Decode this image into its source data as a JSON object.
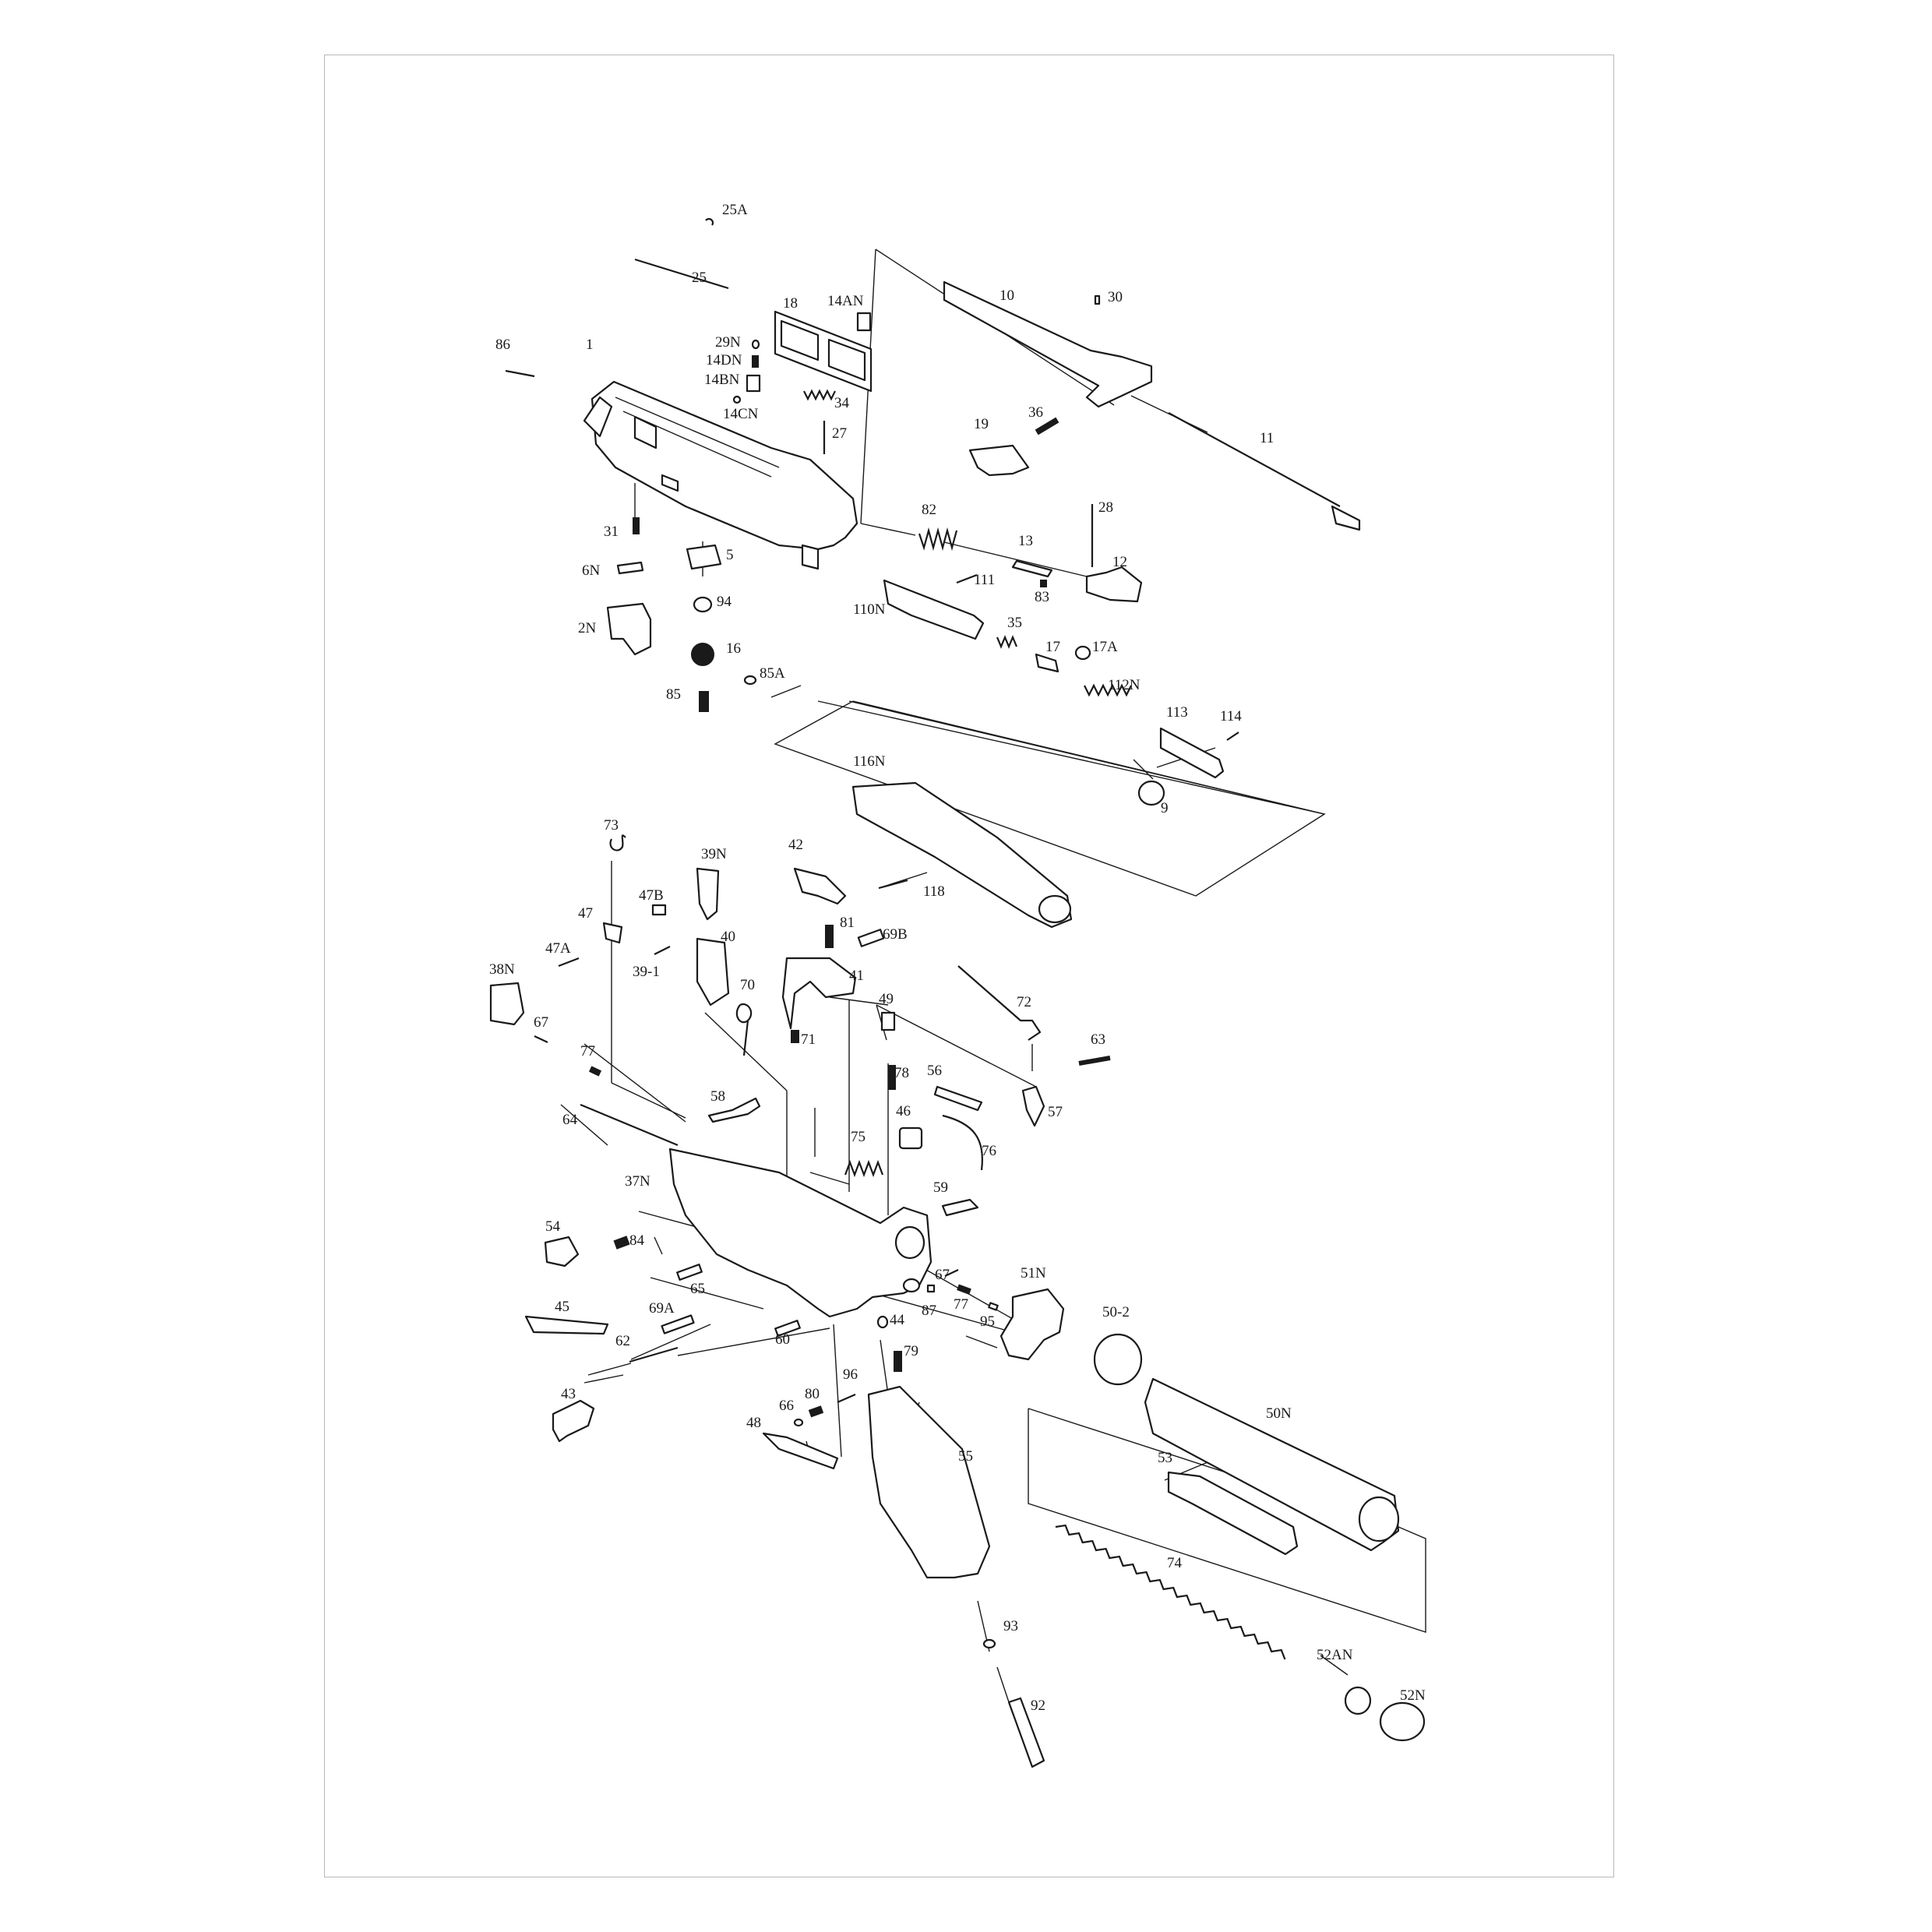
{
  "callouts": [
    {
      "id": "c25A",
      "text": "25A"
    },
    {
      "id": "c25",
      "text": "25"
    },
    {
      "id": "c18",
      "text": "18"
    },
    {
      "id": "c14AN",
      "text": "14AN"
    },
    {
      "id": "c10",
      "text": "10"
    },
    {
      "id": "c30",
      "text": "30"
    },
    {
      "id": "c29N",
      "text": "29N"
    },
    {
      "id": "c14DN",
      "text": "14DN"
    },
    {
      "id": "c14BN",
      "text": "14BN"
    },
    {
      "id": "c14CN",
      "text": "14CN"
    },
    {
      "id": "c34",
      "text": "34"
    },
    {
      "id": "c27",
      "text": "27"
    },
    {
      "id": "c86",
      "text": "86"
    },
    {
      "id": "c1",
      "text": "1"
    },
    {
      "id": "c36",
      "text": "36"
    },
    {
      "id": "c19",
      "text": "19"
    },
    {
      "id": "c11",
      "text": "11"
    },
    {
      "id": "c82",
      "text": "82"
    },
    {
      "id": "c28",
      "text": "28"
    },
    {
      "id": "c13",
      "text": "13"
    },
    {
      "id": "c12",
      "text": "12"
    },
    {
      "id": "c111",
      "text": "111"
    },
    {
      "id": "c83",
      "text": "83"
    },
    {
      "id": "c31",
      "text": "31"
    },
    {
      "id": "c6N",
      "text": "6N"
    },
    {
      "id": "c5",
      "text": "5"
    },
    {
      "id": "c94",
      "text": "94"
    },
    {
      "id": "c2N",
      "text": "2N"
    },
    {
      "id": "c16",
      "text": "16"
    },
    {
      "id": "c85A",
      "text": "85A"
    },
    {
      "id": "c85",
      "text": "85"
    },
    {
      "id": "c110N",
      "text": "110N"
    },
    {
      "id": "c35",
      "text": "35"
    },
    {
      "id": "c17",
      "text": "17"
    },
    {
      "id": "c17A",
      "text": "17A"
    },
    {
      "id": "c112N",
      "text": "112N"
    },
    {
      "id": "c113",
      "text": "113"
    },
    {
      "id": "c114",
      "text": "114"
    },
    {
      "id": "c9",
      "text": "9"
    },
    {
      "id": "c116N",
      "text": "116N"
    },
    {
      "id": "c118",
      "text": "118"
    },
    {
      "id": "c73",
      "text": "73"
    },
    {
      "id": "c39N",
      "text": "39N"
    },
    {
      "id": "c42",
      "text": "42"
    },
    {
      "id": "c47B",
      "text": "47B"
    },
    {
      "id": "c47",
      "text": "47"
    },
    {
      "id": "c81",
      "text": "81"
    },
    {
      "id": "c69B",
      "text": "69B"
    },
    {
      "id": "c47A",
      "text": "47A"
    },
    {
      "id": "c39-1",
      "text": "39-1"
    },
    {
      "id": "c40",
      "text": "40"
    },
    {
      "id": "c41",
      "text": "41"
    },
    {
      "id": "c38N",
      "text": "38N"
    },
    {
      "id": "c70",
      "text": "70"
    },
    {
      "id": "c49",
      "text": "49"
    },
    {
      "id": "c72",
      "text": "72"
    },
    {
      "id": "c71",
      "text": "71"
    },
    {
      "id": "c67a",
      "text": "67"
    },
    {
      "id": "c63",
      "text": "63"
    },
    {
      "id": "c77a",
      "text": "77"
    },
    {
      "id": "c78",
      "text": "78"
    },
    {
      "id": "c56",
      "text": "56"
    },
    {
      "id": "c58",
      "text": "58"
    },
    {
      "id": "c57",
      "text": "57"
    },
    {
      "id": "c64",
      "text": "64"
    },
    {
      "id": "c46",
      "text": "46"
    },
    {
      "id": "c75",
      "text": "75"
    },
    {
      "id": "c76",
      "text": "76"
    },
    {
      "id": "c37N",
      "text": "37N"
    },
    {
      "id": "c59",
      "text": "59"
    },
    {
      "id": "c54",
      "text": "54"
    },
    {
      "id": "c84",
      "text": "84"
    },
    {
      "id": "c51N",
      "text": "51N"
    },
    {
      "id": "c65",
      "text": "65"
    },
    {
      "id": "c67b",
      "text": "67"
    },
    {
      "id": "c87",
      "text": "87"
    },
    {
      "id": "c77b",
      "text": "77"
    },
    {
      "id": "c95",
      "text": "95"
    },
    {
      "id": "c50-2",
      "text": "50-2"
    },
    {
      "id": "c45",
      "text": "45"
    },
    {
      "id": "c69A",
      "text": "69A"
    },
    {
      "id": "c44",
      "text": "44"
    },
    {
      "id": "c62",
      "text": "62"
    },
    {
      "id": "c60",
      "text": "60"
    },
    {
      "id": "c79",
      "text": "79"
    },
    {
      "id": "c96",
      "text": "96"
    },
    {
      "id": "c80",
      "text": "80"
    },
    {
      "id": "c43",
      "text": "43"
    },
    {
      "id": "c66",
      "text": "66"
    },
    {
      "id": "c48",
      "text": "48"
    },
    {
      "id": "c50N",
      "text": "50N"
    },
    {
      "id": "c55",
      "text": "55"
    },
    {
      "id": "c53",
      "text": "53"
    },
    {
      "id": "c74",
      "text": "74"
    },
    {
      "id": "c93",
      "text": "93"
    },
    {
      "id": "c52AN",
      "text": "52AN"
    },
    {
      "id": "c52N",
      "text": "52N"
    },
    {
      "id": "c92",
      "text": "92"
    }
  ]
}
